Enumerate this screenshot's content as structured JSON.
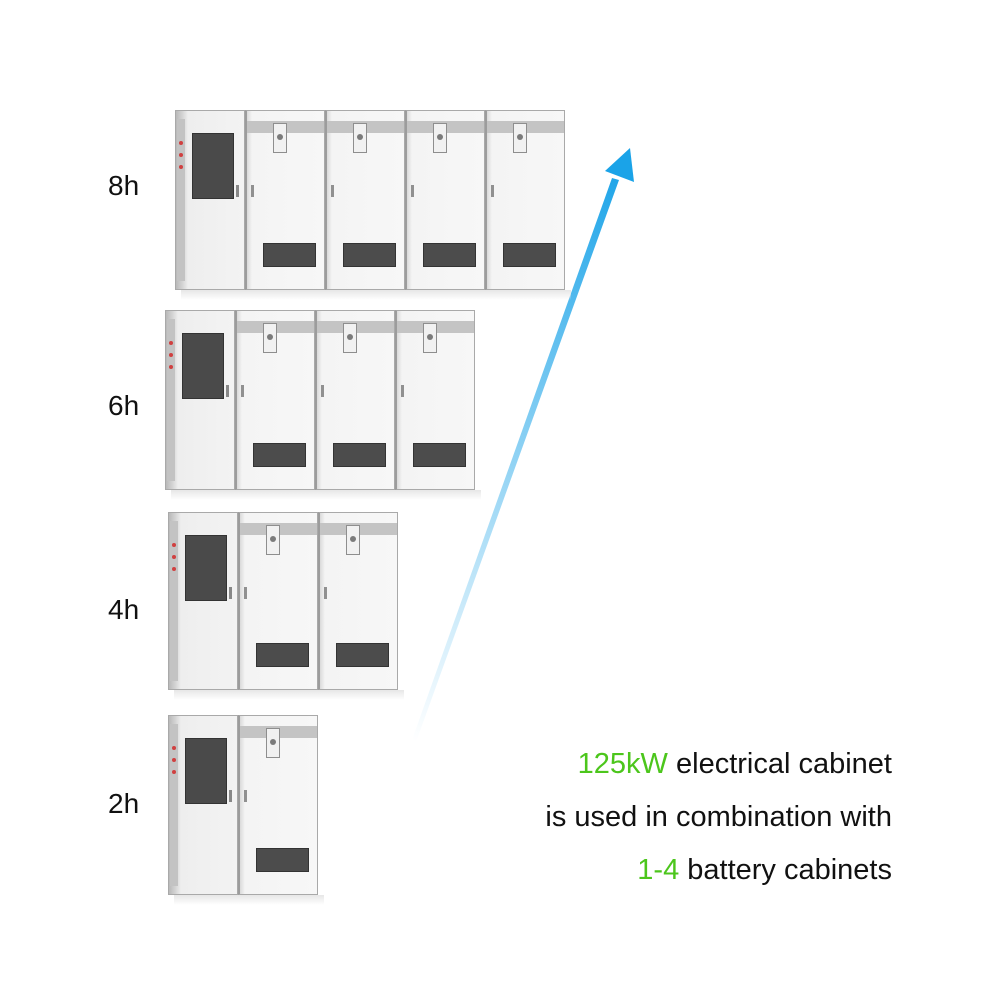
{
  "rows": [
    {
      "label": "8h",
      "battery_cabinets": 4
    },
    {
      "label": "6h",
      "battery_cabinets": 3
    },
    {
      "label": "4h",
      "battery_cabinets": 2
    },
    {
      "label": "2h",
      "battery_cabinets": 1
    }
  ],
  "caption": {
    "line1_highlight": "125kW",
    "line1_text": " electrical cabinet",
    "line2_text": "is used in combination with",
    "line3_highlight": "1-4",
    "line3_text": " battery cabinets"
  },
  "colors": {
    "highlight": "#4cc61c",
    "arrow": "#1aa3e8",
    "text": "#111111"
  },
  "icons": {
    "growth_arrow": "arrow-up-right-icon"
  }
}
